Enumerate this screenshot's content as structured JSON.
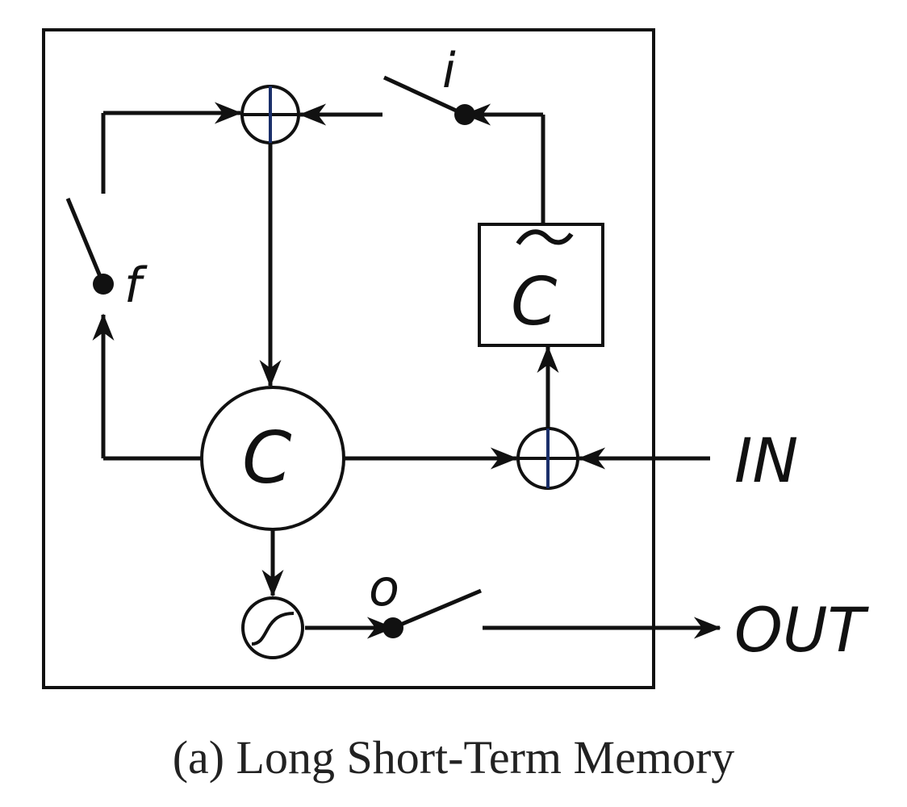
{
  "diagram": {
    "labels": {
      "input_gate": "i",
      "forget_gate": "f",
      "output_gate": "o",
      "candidate": "C",
      "cell": "C",
      "input": "IN",
      "output": "OUT"
    },
    "caption": "(a) Long Short-Term Memory"
  }
}
